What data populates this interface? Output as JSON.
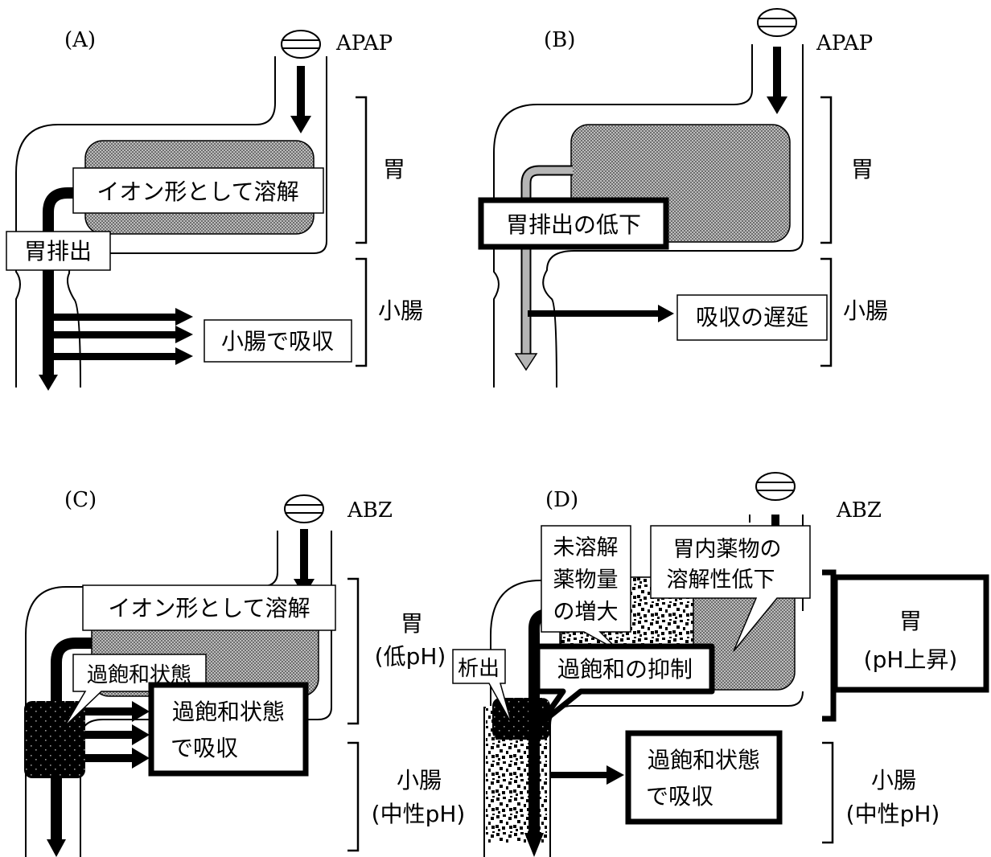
{
  "panels": {
    "A": {
      "label": "(A)",
      "drug": "APAP",
      "organ_stomach": "胃",
      "organ_intestine": "小腸",
      "box_dissolve": "イオン形として溶解",
      "box_emptying": "胃排出",
      "box_absorb": "小腸で吸収"
    },
    "B": {
      "label": "(B)",
      "drug": "APAP",
      "organ_stomach": "胃",
      "organ_intestine": "小腸",
      "box_emptying_down": "胃排出の低下",
      "box_delay": "吸収の遅延"
    },
    "C": {
      "label": "(C)",
      "drug": "ABZ",
      "organ_stomach": "胃",
      "organ_stomach_ph": "(低pH)",
      "organ_intestine": "小腸",
      "organ_intestine_ph": "(中性pH)",
      "box_dissolve": "イオン形として溶解",
      "callout_super": "過飽和状態",
      "box_absorb_l1": "過飽和状態",
      "box_absorb_l2": "で吸収"
    },
    "D": {
      "label": "(D)",
      "drug": "ABZ",
      "callout_undissolved_l1": "未溶解",
      "callout_undissolved_l2": "薬物量",
      "callout_undissolved_l3": "の増大",
      "callout_solubility_l1": "胃内薬物の",
      "callout_solubility_l2": "溶解性低下",
      "box_stomach_l1": "胃",
      "box_stomach_l2": "(pH上昇)",
      "callout_precip": "析出",
      "box_suppress": "過飽和の抑制",
      "box_absorb_l1": "過飽和状態",
      "box_absorb_l2": "で吸収",
      "organ_intestine": "小腸",
      "organ_intestine_ph": "(中性pH)"
    }
  }
}
